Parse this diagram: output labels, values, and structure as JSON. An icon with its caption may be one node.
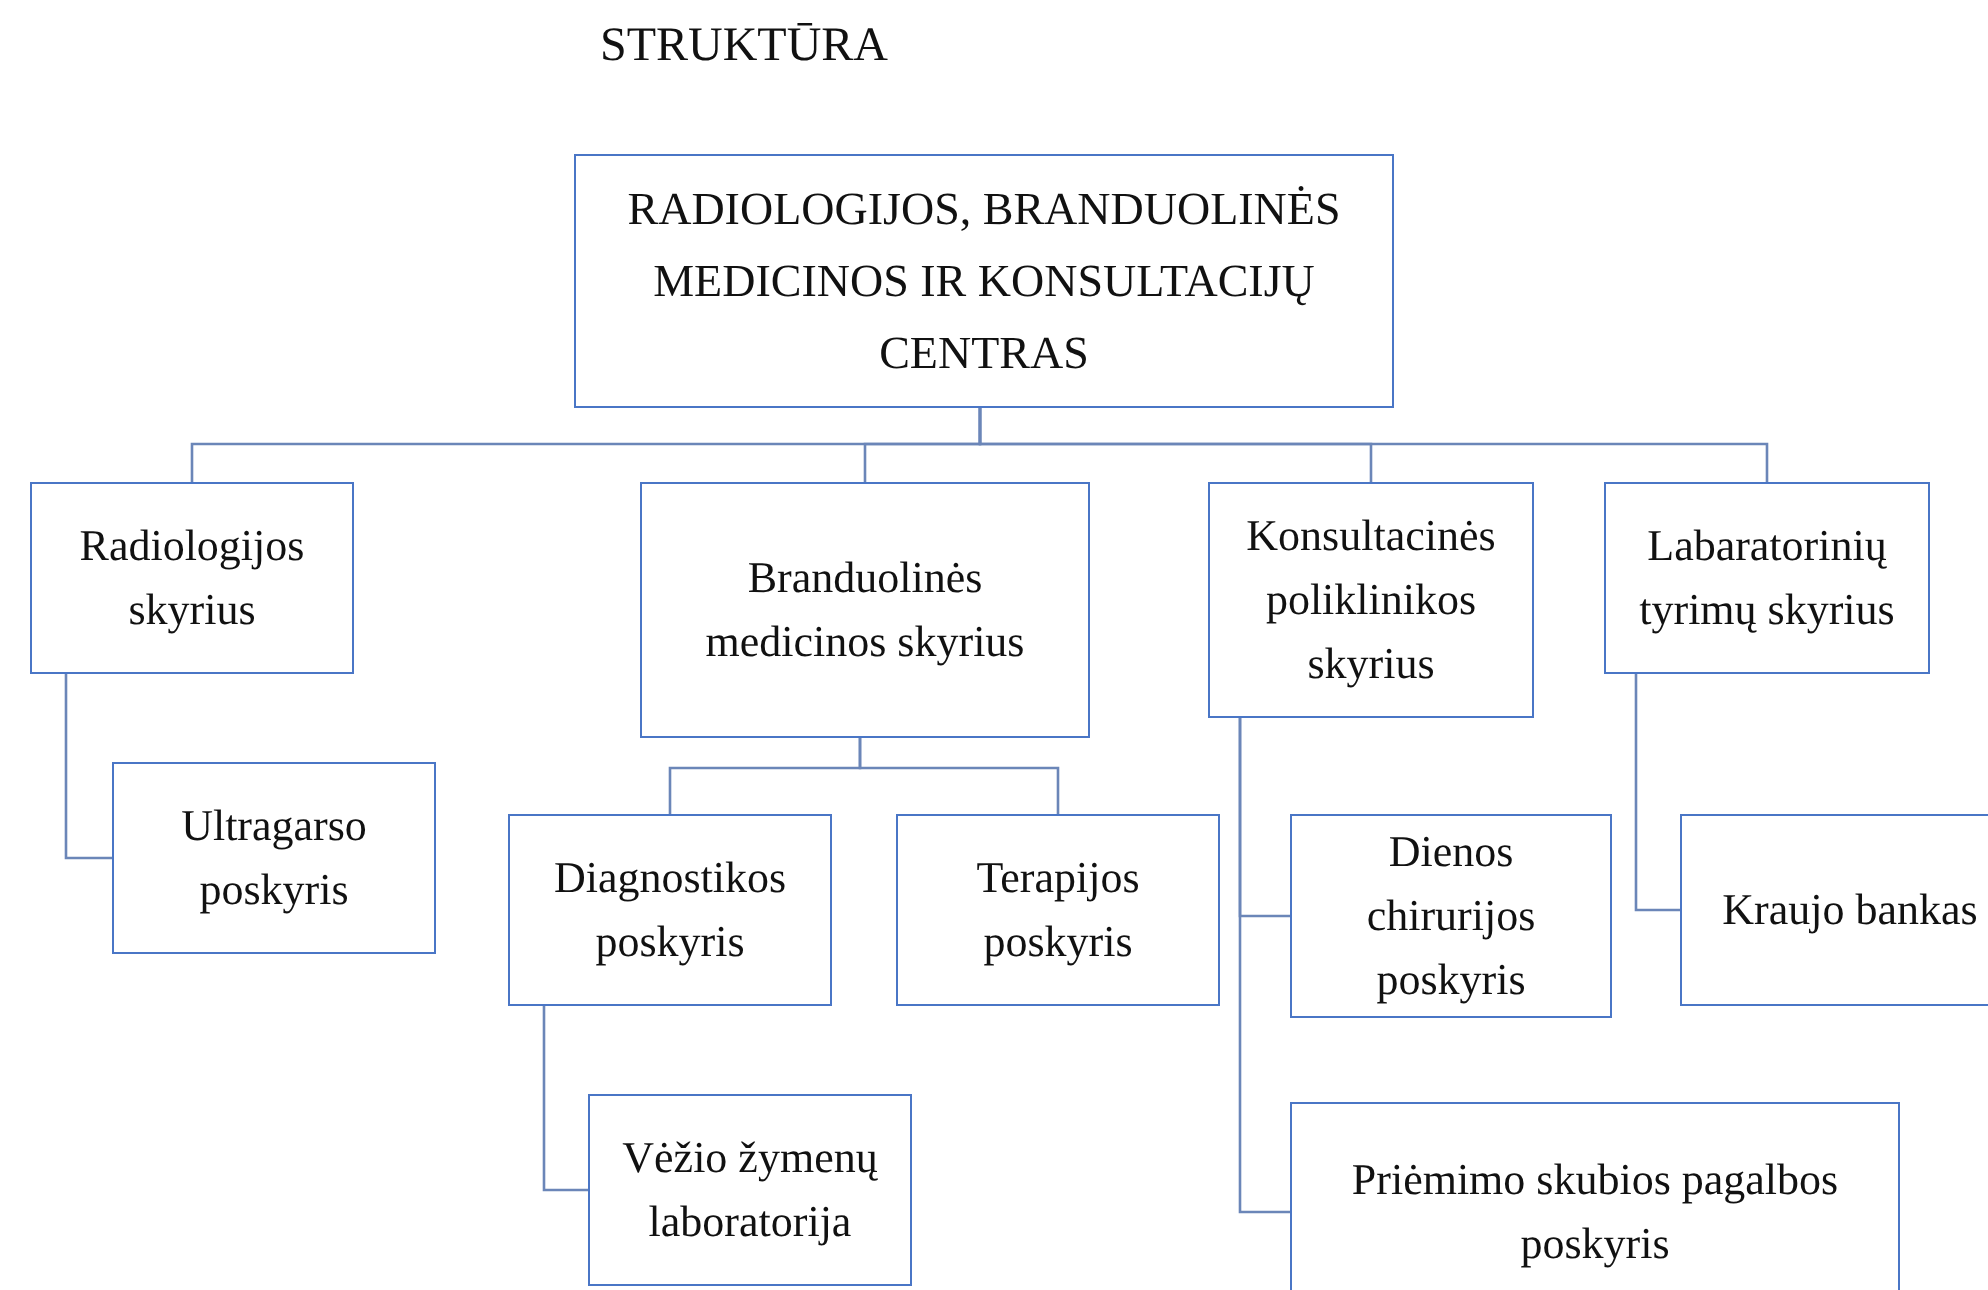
{
  "diagram": {
    "title": "STRUKTŪRA",
    "nodes": [
      {
        "text": [
          "RADIOLOGIJOS, BRANDUOLINĖS MEDICINOS IR KONSULTACIJŲ CENTRAS"
        ]
      },
      {
        "text": [
          "Radiologijos skyrius"
        ]
      },
      {
        "text": [
          "Branduolinės medicinos skyrius"
        ]
      },
      {
        "text": [
          "Konsultacinės poliklinikos skyrius"
        ]
      },
      {
        "text": [
          "Labaratorinių tyrimų skyrius"
        ]
      },
      {
        "text": [
          "Ultragarso poskyris"
        ]
      },
      {
        "text": [
          "Diagnostikos poskyris"
        ]
      },
      {
        "text": [
          "Terapijos poskyris"
        ]
      },
      {
        "text": [
          "Dienos chirurijos poskyris"
        ]
      },
      {
        "text": [
          "Kraujo bankas"
        ]
      },
      {
        "text": [
          "Vėžio žymenų laboratorija"
        ]
      },
      {
        "text": [
          "Priėmimo skubios pagalbos poskyris"
        ]
      }
    ],
    "edges": [
      {
        "from": 0,
        "to": 1,
        "arrow": "none"
      },
      {
        "from": 0,
        "to": 2,
        "arrow": "none"
      },
      {
        "from": 0,
        "to": 3,
        "arrow": "none"
      },
      {
        "from": 0,
        "to": 4,
        "arrow": "none"
      },
      {
        "from": 1,
        "to": 5,
        "arrow": "none"
      },
      {
        "from": 2,
        "to": 6,
        "arrow": "none"
      },
      {
        "from": 2,
        "to": 7,
        "arrow": "none"
      },
      {
        "from": 6,
        "to": 10,
        "arrow": "none"
      },
      {
        "from": 3,
        "to": 8,
        "arrow": "none"
      },
      {
        "from": 3,
        "to": 11,
        "arrow": "none"
      },
      {
        "from": 4,
        "to": 9,
        "arrow": "none"
      }
    ]
  }
}
